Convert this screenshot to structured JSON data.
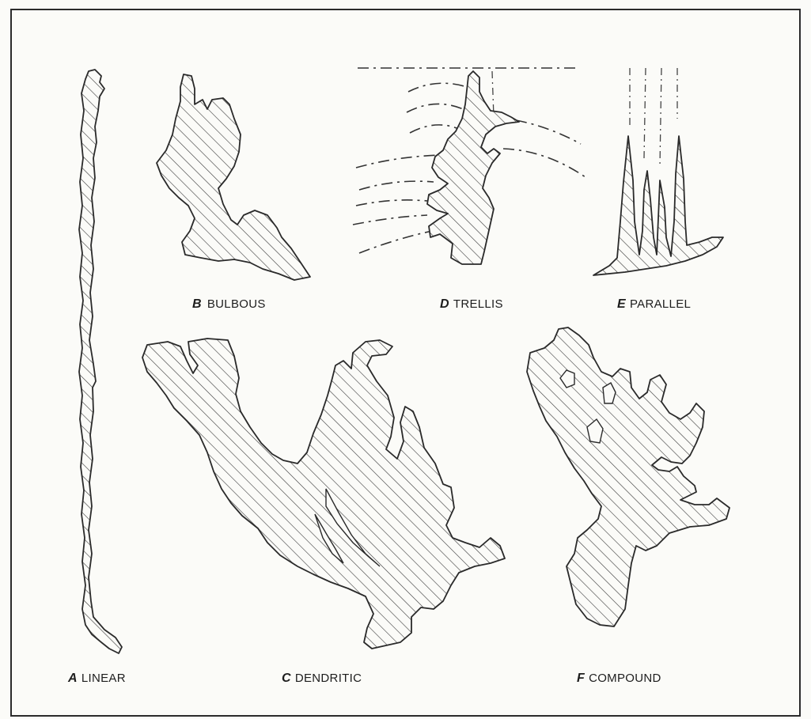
{
  "panels": [
    {
      "letter": "A",
      "name": "LINEAR"
    },
    {
      "letter": "B",
      "name": "BULBOUS"
    },
    {
      "letter": "C",
      "name": "DENDRITIC"
    },
    {
      "letter": "D",
      "name": "TRELLIS"
    },
    {
      "letter": "E",
      "name": "PARALLEL"
    },
    {
      "letter": "F",
      "name": "COMPOUND"
    }
  ]
}
